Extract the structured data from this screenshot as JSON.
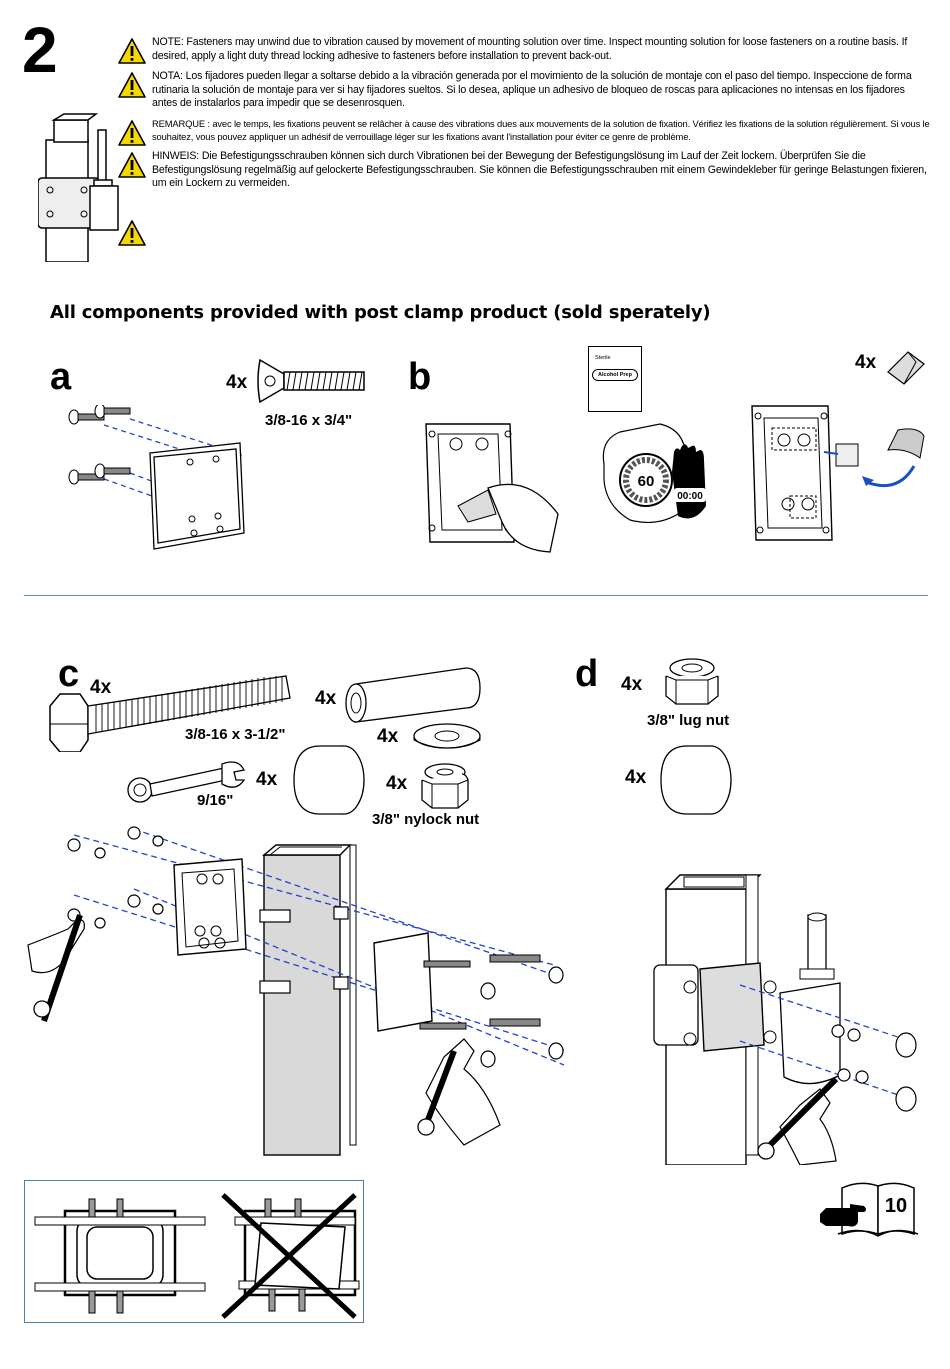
{
  "step": "2",
  "notes": [
    {
      "lang": "en",
      "text": "NOTE: Fasteners may unwind due to vibration caused by movement of mounting solution over time. Inspect mounting solution for loose fasteners on a routine basis. If desired, apply a light duty thread locking adhesive to fasteners before installation to prevent back-out."
    },
    {
      "lang": "es",
      "text": "NOTA: Los fijadores pueden llegar a soltarse debido a la vibración generada por el movimiento de la solución de montaje con el paso del tiempo. Inspeccione de forma rutinaria la solución de montaje para ver si hay fijadores sueltos. Si lo desea, aplique un adhesivo de bloqueo de roscas para aplicaciones no intensas en los fijadores antes de instalarlos para impedir que se desenrosquen."
    },
    {
      "lang": "fr",
      "text": "REMARQUE : avec le temps, les fixations peuvent se relâcher à cause des vibrations dues aux mouvements de la solution de fixation. Vérifiez les fixations de la solution régulièrement. Si vous le souhaitez, vous pouvez appliquer un adhésif de verrouillage léger sur les fixations avant l'installation pour éviter ce genre de problème."
    },
    {
      "lang": "de",
      "text": "HINWEIS: Die Befestigungsschrauben können sich durch Vibrationen bei der Bewegung der Befestigungslösung im Lauf der Zeit lockern. Überprüfen Sie die Befestigungslösung regelmäßig auf gelockerte Befestigungsschrauben. Sie können die Befestigungsschrauben mit einem Gewindekleber für geringe Belastungen fixieren, um ein Lockern zu vermeiden."
    }
  ],
  "heading": "All components provided with post clamp product (sold sperately)",
  "panel_a": {
    "letter": "a",
    "qty": "4x",
    "spec": "3/8-16 x 3/4\""
  },
  "panel_b": {
    "letter": "b",
    "qty": "4x",
    "pad_label": "Sterile",
    "pad_title": "Alcohol Prep",
    "timer": "60",
    "display": "00:00"
  },
  "panel_c": {
    "letter": "c",
    "bolt_qty": "4x",
    "bolt_spec": "3/8-16 x 3-1/2\"",
    "spacer_qty": "4x",
    "washer_qty": "4x",
    "cap_qty": "4x",
    "wrench_size": "9/16\"",
    "nut_qty": "4x",
    "nut_spec": "3/8\" nylock nut"
  },
  "panel_d": {
    "letter": "d",
    "nut_qty": "4x",
    "nut_spec": "3/8\" lug nut",
    "cap_qty": "4x"
  },
  "reference_page": "10",
  "colors": {
    "warning": "#f5d800",
    "dash": "#2244cc",
    "arrow": "#1a4fc4",
    "divider": "#5b8fb9",
    "post": "#d9d9d9"
  }
}
